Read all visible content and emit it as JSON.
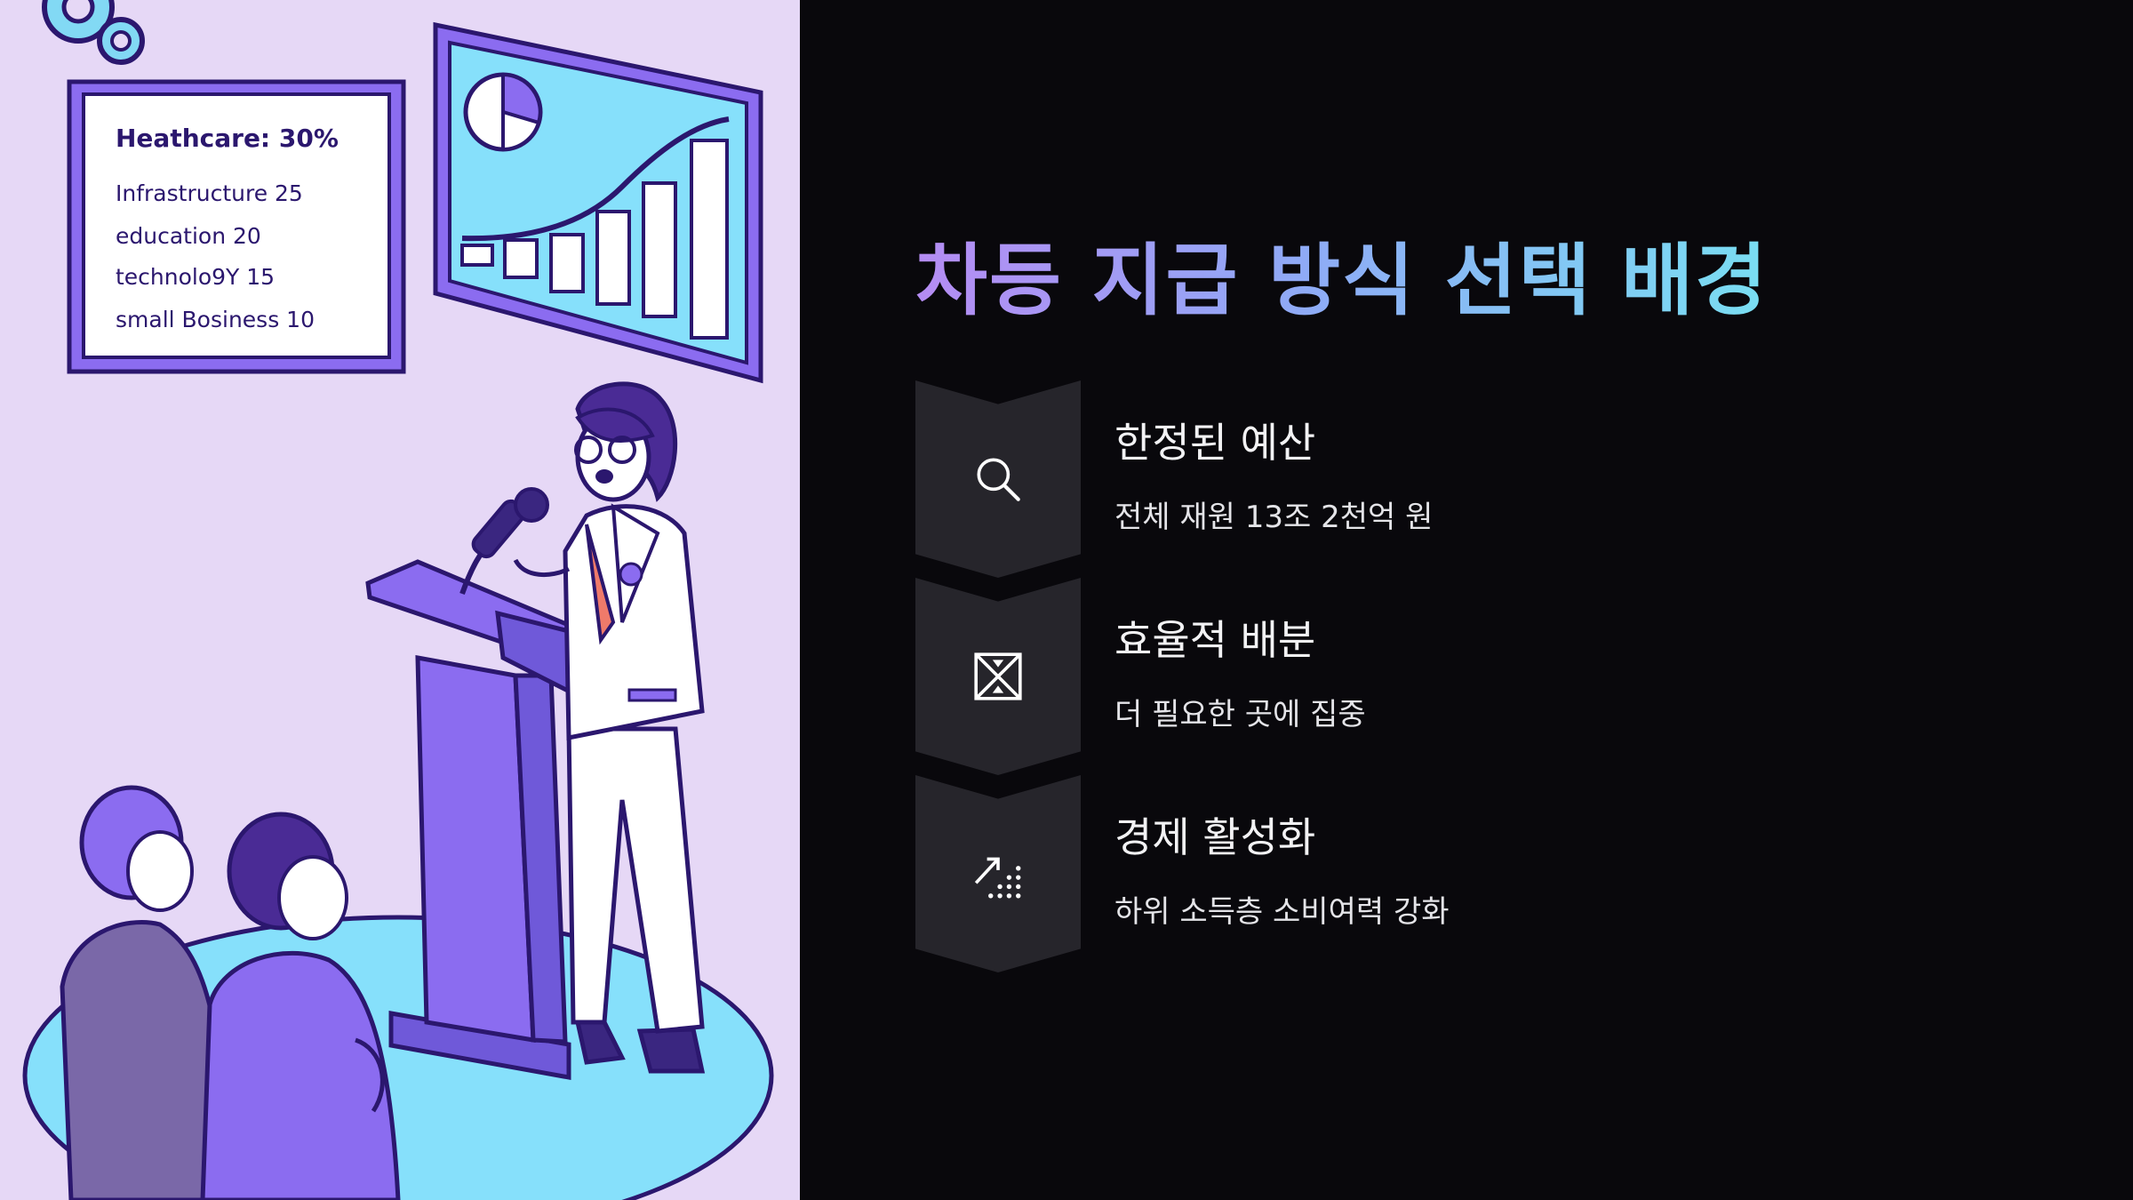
{
  "slide": {
    "title": "차등 지급 방식 선택 배경",
    "items": [
      {
        "title": "한정된 예산",
        "description": "전체 재원 13조 2천억 원",
        "icon": "search-icon"
      },
      {
        "title": "효율적 배분",
        "description": "더 필요한 곳에 집중",
        "icon": "distribution-icon"
      },
      {
        "title": "경제 활성화",
        "description": "하위 소득층 소비여력 강화",
        "icon": "growth-arrow-icon"
      }
    ]
  },
  "illustration": {
    "board_heading": "Heathcare: 30%",
    "board_lines": [
      "Infrastructure  25",
      "education  20",
      "technolo9Y  15",
      "small Bosiness  10"
    ]
  },
  "colors": {
    "accent_purple": "#8b6cf0",
    "accent_cyan": "#79def2",
    "illustration_bg": "#e6d8f6",
    "dark_bg": "#09080c",
    "chevron_bg": "#26252b"
  }
}
